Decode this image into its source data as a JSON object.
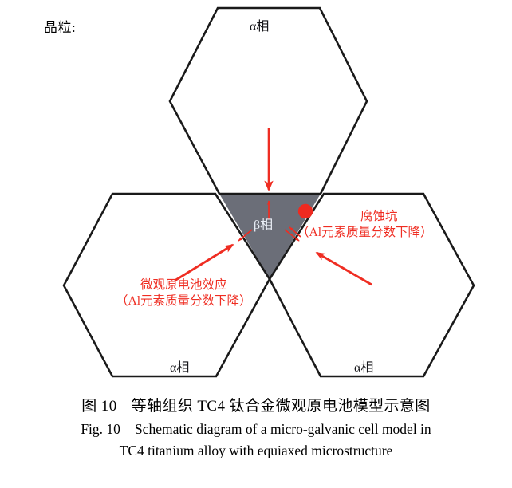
{
  "legend": {
    "grain_label": "晶粒:"
  },
  "diagram": {
    "phases": {
      "alpha_top": "α相",
      "alpha_bottom_left": "α相",
      "alpha_bottom_right": "α相",
      "beta_center": "β相"
    },
    "annotations": {
      "micro_galvanic": {
        "title": "微观原电池效应",
        "subtitle": "（Al元素质量分数下降）"
      },
      "corrosion_pit": {
        "title": "腐蚀坑",
        "subtitle": "（Al元素质量分数下降）"
      }
    },
    "colors": {
      "beta_fill": "#6b6e78",
      "grain_outline": "#1a1a1a",
      "annotation_red": "#ef2d22",
      "pit_marker": "#ee2a20",
      "background": "#ffffff"
    }
  },
  "caption": {
    "cn_figure_number": "图 10",
    "cn_text": "等轴组织 TC4 钛合金微观原电池模型示意图",
    "en_figure_number": "Fig. 10",
    "en_line1": "Schematic diagram of a micro-galvanic cell model in",
    "en_line2": "TC4 titanium alloy with equiaxed microstructure"
  }
}
